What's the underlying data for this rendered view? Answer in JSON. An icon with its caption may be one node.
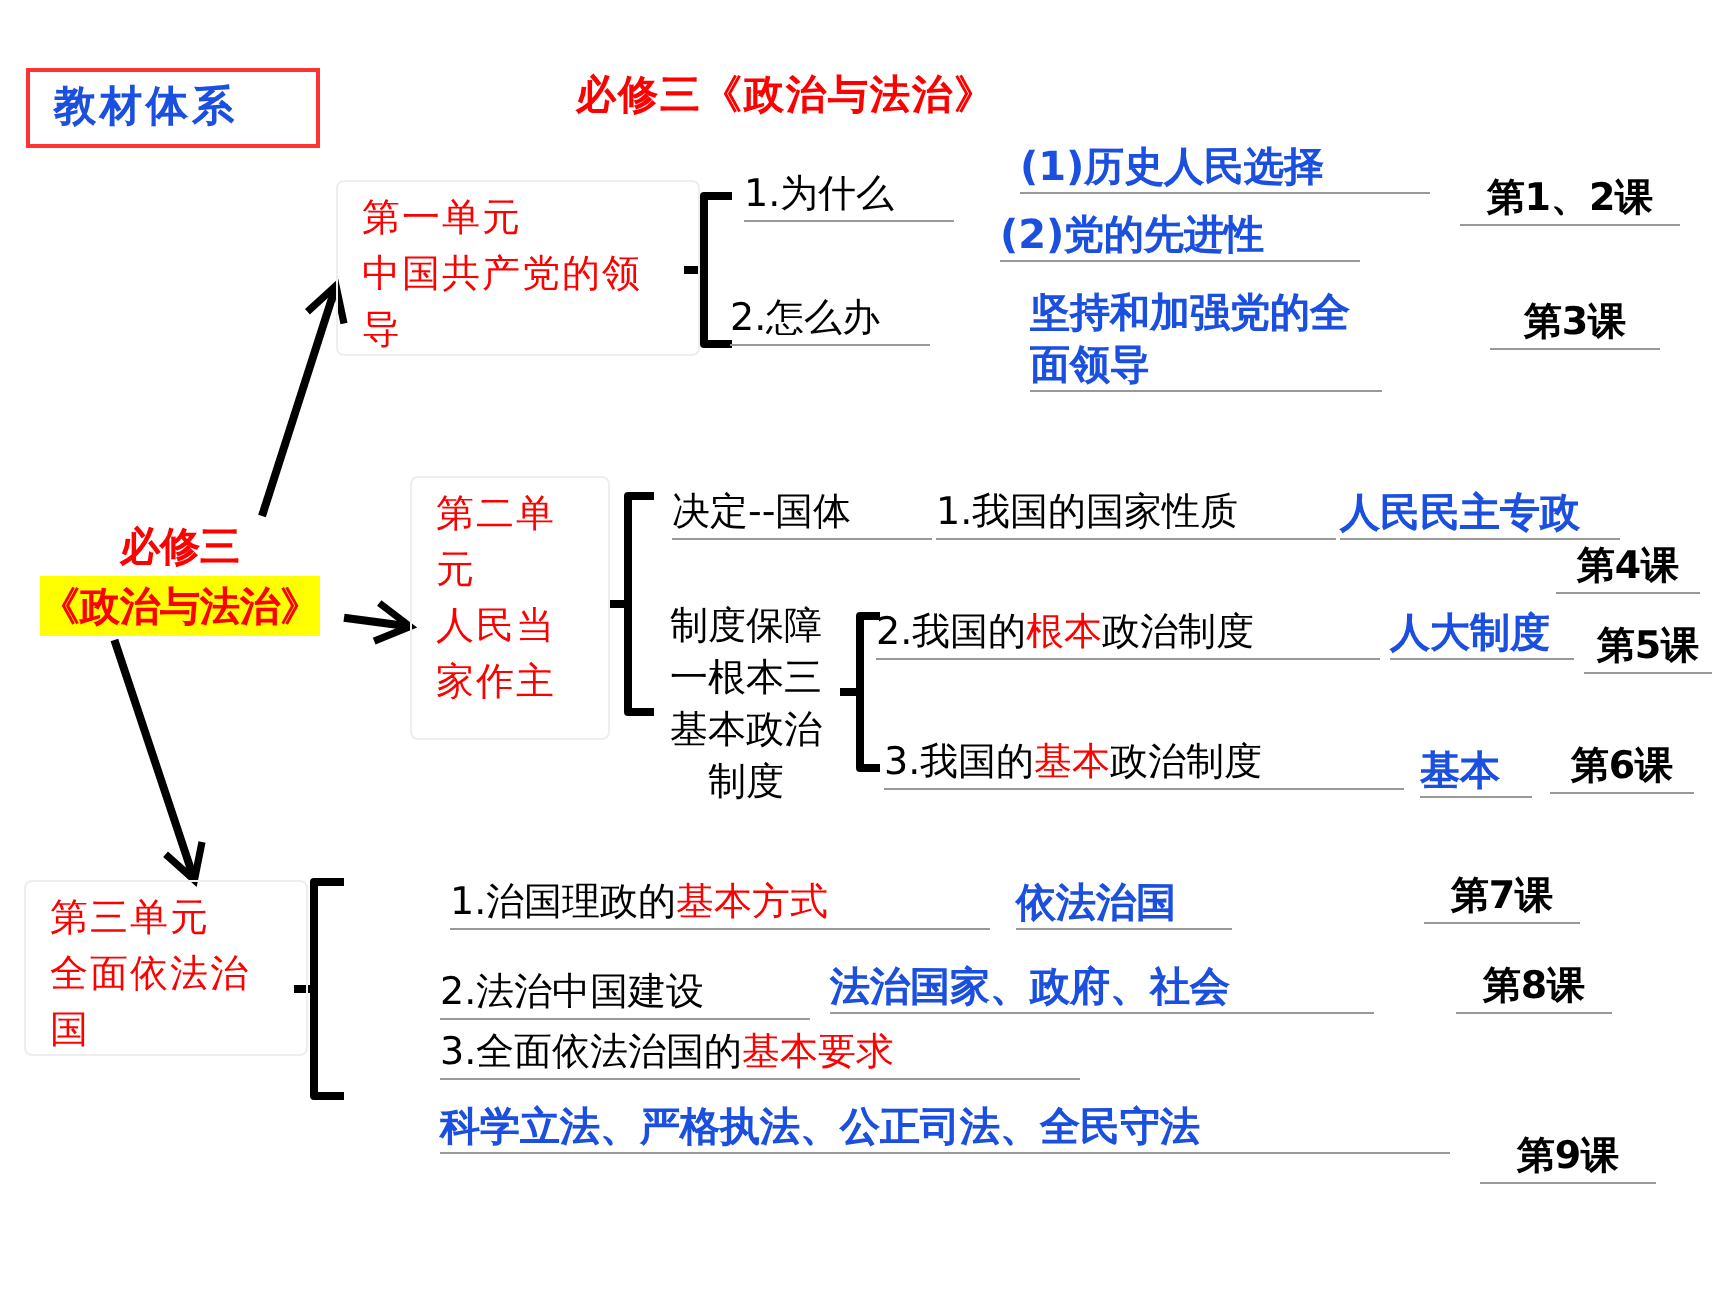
{
  "diagram": {
    "title": "必修三《政治与法治》",
    "nodes": [
      {
        "text": [
          "教材体系"
        ]
      },
      {
        "text": [
          "必修三",
          "《政治与法治》"
        ]
      },
      {
        "text": [
          "第一单元",
          "中国共产党的领导"
        ]
      },
      {
        "text": [
          "第二单元",
          "人民当家作主"
        ]
      },
      {
        "text": [
          "第三单元",
          "全面依法治国"
        ]
      }
    ],
    "edges": [
      {
        "from": 1,
        "to": 2,
        "arrow": "to"
      },
      {
        "from": 1,
        "to": 3,
        "arrow": "to"
      },
      {
        "from": 1,
        "to": 4,
        "arrow": "to"
      }
    ],
    "labels": [
      "1.为什么",
      "(1)历史人民选择",
      "第1、2课",
      "(2)党的先进性",
      "2.怎么办",
      "坚持和加强党的全面领导",
      "第3课",
      "决定--国体",
      "1.我国的国家性质",
      "人民民主专政",
      "第4课",
      "制度保障一根本三基本政治制度",
      "2.我国的**根本**政治制度",
      "人大制度",
      "第5课",
      "3.我国的**基本**政治制度",
      "基本",
      "第6课",
      "1.治国理政的**基本方式**",
      "依法治国",
      "第7课",
      "2.法治中国建设",
      "法治国家、政府、社会",
      "第8课",
      "3.全面依法治国的**基本要求**",
      "科学立法、严格执法、公正司法、全民守法",
      "第9课"
    ]
  }
}
